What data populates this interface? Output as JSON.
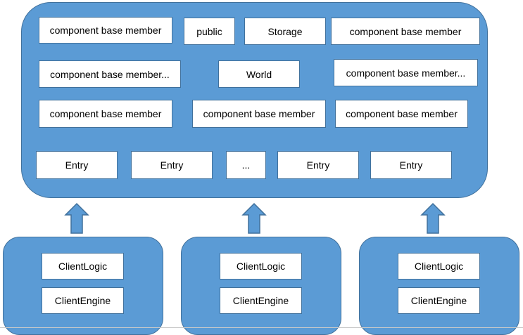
{
  "server": {
    "row1": [
      "component base member",
      "public",
      "Storage",
      "component base member"
    ],
    "row2": [
      "component base member...",
      "World",
      "component base member..."
    ],
    "row3": [
      "component base member",
      "component base member",
      "component base member"
    ],
    "entries": [
      "Entry",
      "Entry",
      "...",
      "Entry",
      "Entry"
    ]
  },
  "clients": [
    {
      "logic": "ClientLogic",
      "engine": "ClientEngine"
    },
    {
      "logic": "ClientLogic",
      "engine": "ClientEngine"
    },
    {
      "logic": "ClientLogic",
      "engine": "ClientEngine"
    }
  ],
  "colors": {
    "panel": "#5b9bd5",
    "border": "#41719c",
    "box": "#ffffff"
  }
}
